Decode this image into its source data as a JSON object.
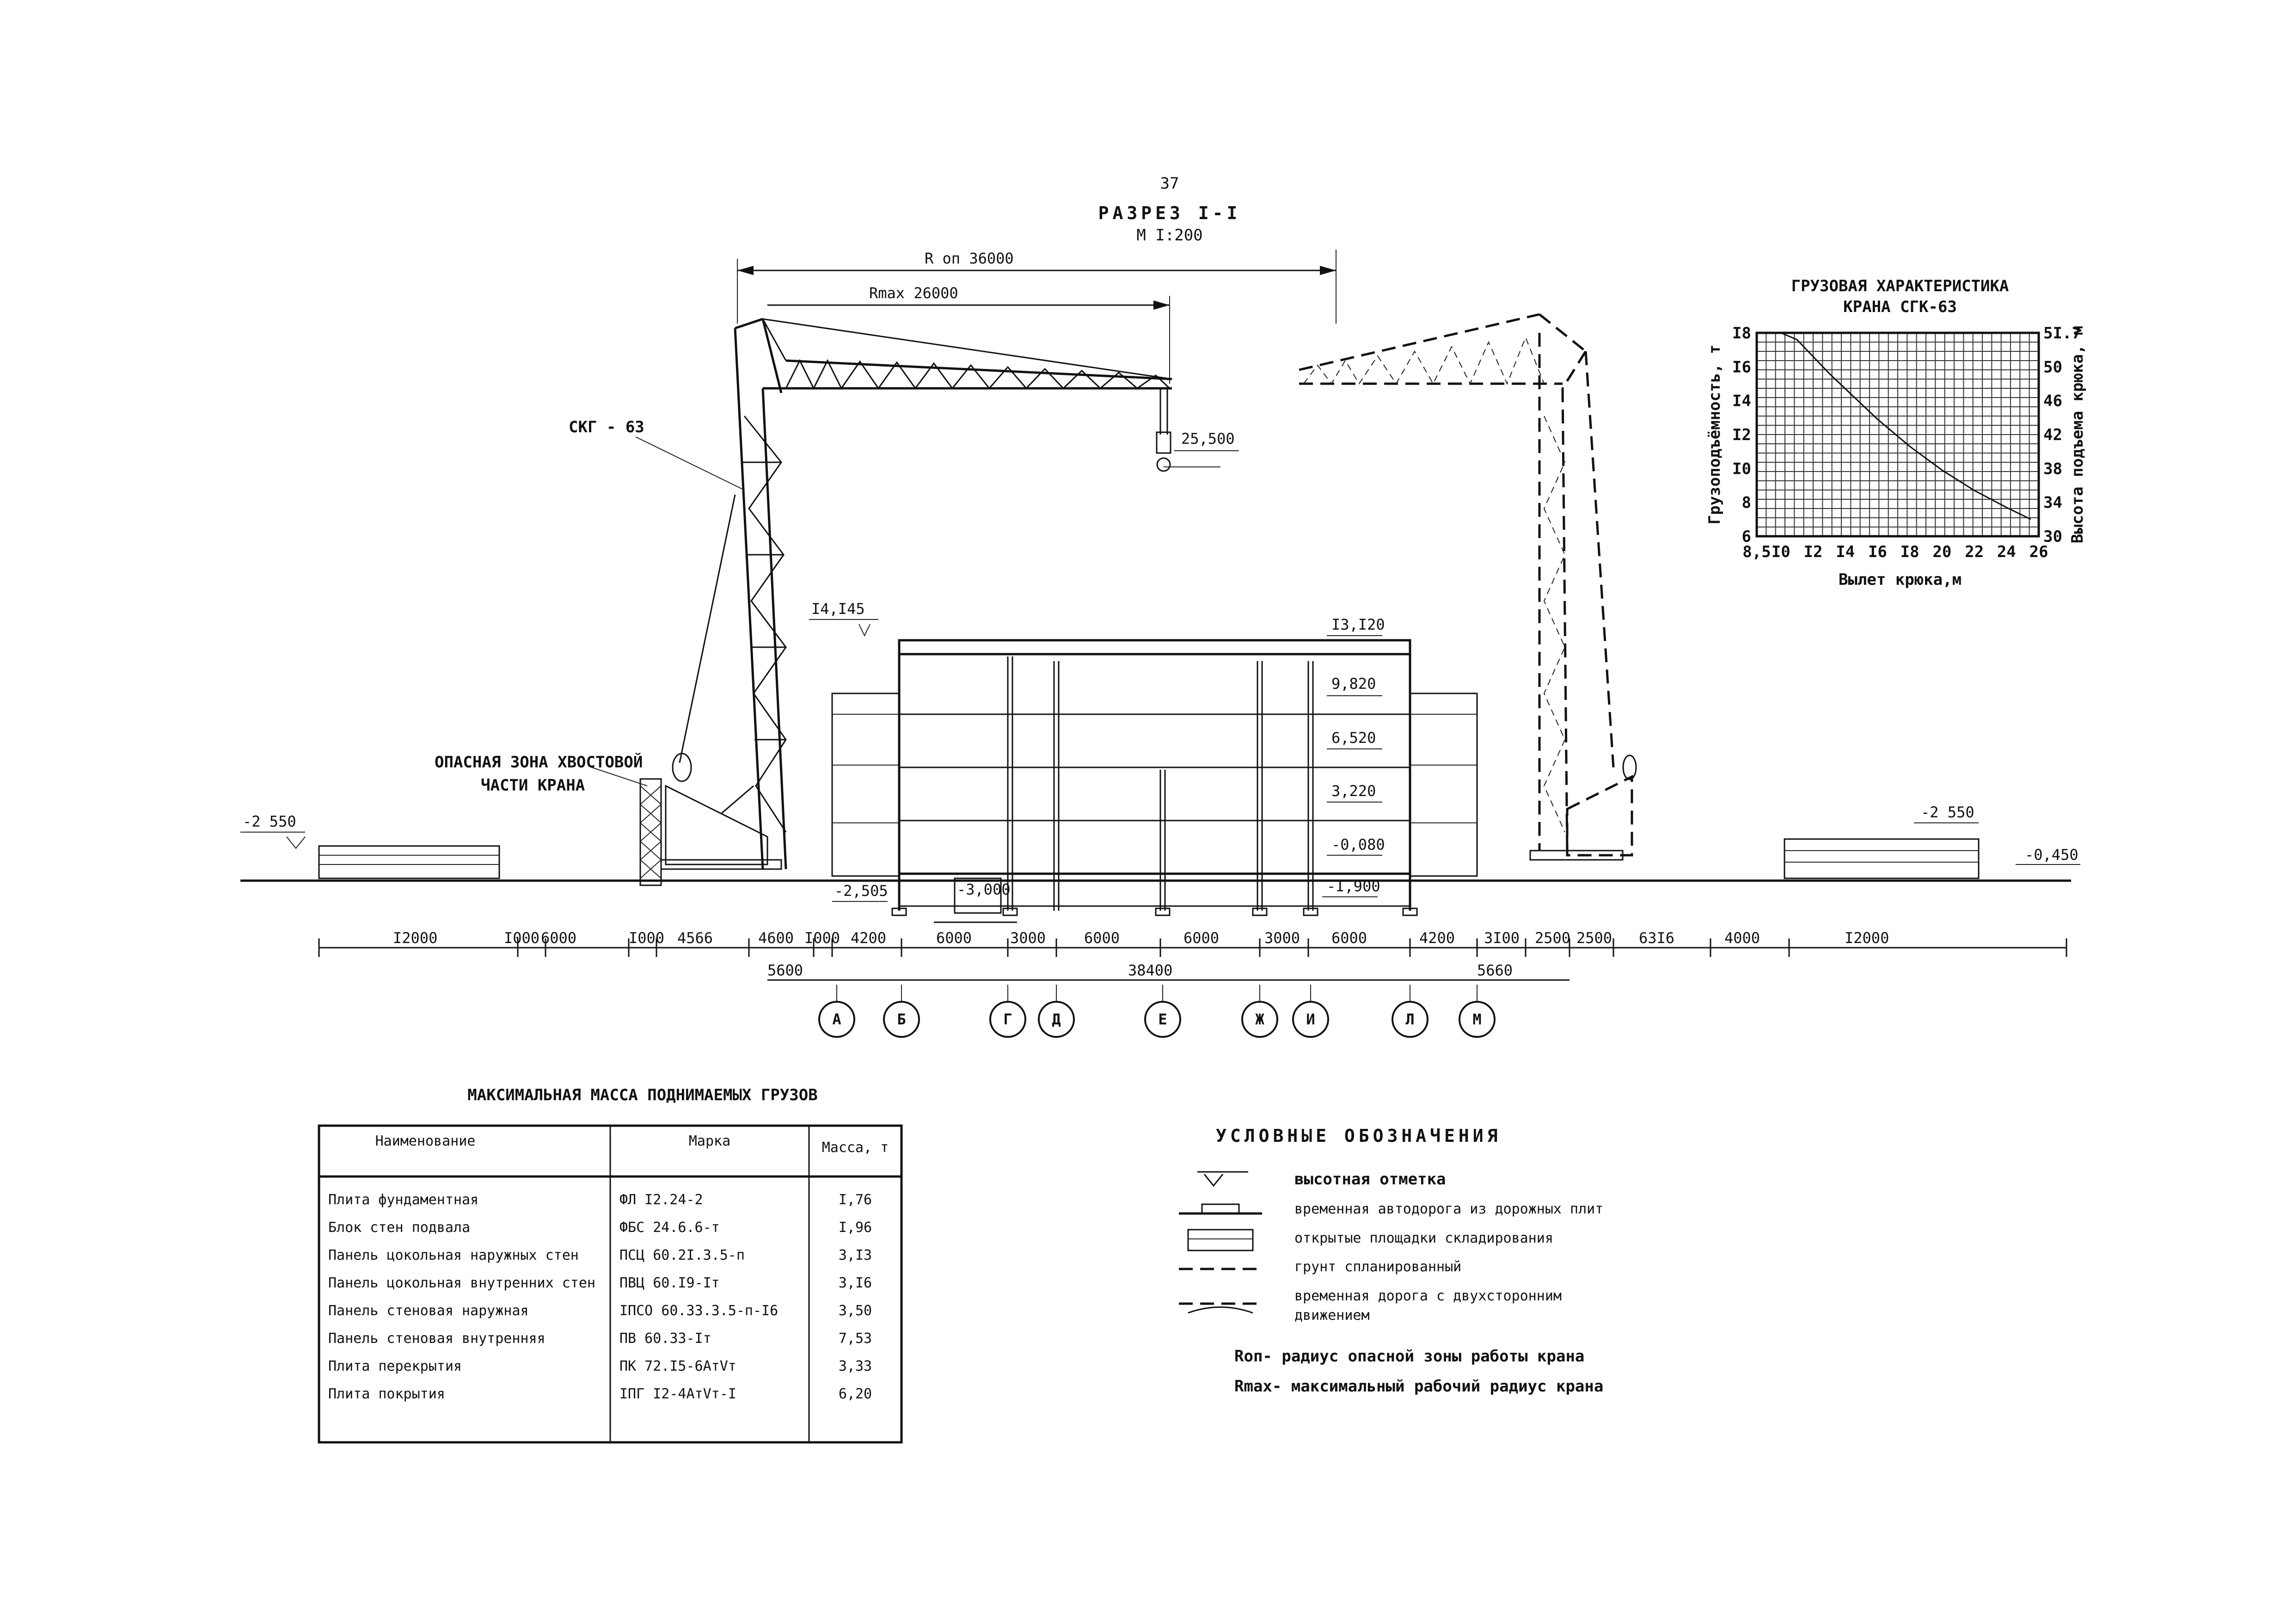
{
  "page_number": "37",
  "section": {
    "title": "РАЗРЕЗ I-I",
    "scale": "М I:200"
  },
  "crane": {
    "label": "СКГ - 63",
    "r_danger": "R оп 36000",
    "r_max": "Rmax 26000",
    "hook_elevation": "25,500",
    "tail_zone_line1": "ОПАСНАЯ ЗОНА ХВОСТОВОЙ",
    "tail_zone_line2": "ЧАСТИ КРАНА"
  },
  "elevations": {
    "left_ground": "-2 550",
    "right_ground": "-2 550",
    "right_far": "-0,450",
    "roof_left": "I4,I45",
    "roof_right": "I3,I20",
    "floor4": "9,820",
    "floor3": "6,520",
    "floor2": "3,220",
    "floor1": "-0,080",
    "basement": "-I,900",
    "pit_left": "-2,505",
    "pit_deep": "-3,000"
  },
  "dimensions_top": [
    "I2000",
    "I000",
    "6000",
    "I000",
    "4566",
    "4600",
    "I000",
    "4200",
    "6000",
    "3000",
    "6000",
    "6000",
    "3000",
    "6000",
    "4200",
    "3I00",
    "2500",
    "2500",
    "63I6",
    "4000",
    "I2000"
  ],
  "dimensions_bottom": [
    "5600",
    "38400",
    "5660"
  ],
  "axes": [
    "А",
    "Б",
    "Г",
    "Д",
    "Е",
    "Ж",
    "И",
    "Л",
    "М"
  ],
  "load_chart": {
    "title_line1": "ГРУЗОВАЯ ХАРАКТЕРИСТИКА",
    "title_line2": "КРАНА СГК-63",
    "ylabel_left": "Грузоподъёмность, т",
    "ylabel_right": "Высота подъема крюка, м",
    "xlabel": "Вылет крюка,м",
    "x_ticks": [
      "8,5",
      "I0",
      "I2",
      "I4",
      "I6",
      "I8",
      "20",
      "22",
      "24",
      "26"
    ],
    "y_left_ticks": [
      "6",
      "8",
      "I0",
      "I2",
      "I4",
      "I6",
      "I8"
    ],
    "y_right_ticks": [
      "30",
      "34",
      "38",
      "42",
      "46",
      "50",
      "5I.7"
    ]
  },
  "chart_data": {
    "type": "line",
    "title": "ГРУЗОВАЯ ХАРАКТЕРИСТИКА КРАНА СГК-63",
    "xlabel": "Вылет крюка,м",
    "ylabel": "Грузоподъёмность, т",
    "xlim": [
      8.5,
      26
    ],
    "ylim": [
      6,
      18
    ],
    "x_ticks": [
      8.5,
      10,
      12,
      14,
      16,
      18,
      20,
      22,
      24,
      26
    ],
    "y_ticks": [
      6,
      8,
      10,
      12,
      14,
      16,
      18
    ],
    "y2label": "Высота подъема крюка, м",
    "y2lim": [
      30,
      51.7
    ],
    "grid": true,
    "series": [
      {
        "x": [
          8.5,
          10,
          11,
          12,
          13,
          14,
          16,
          18,
          20,
          22,
          24,
          25.5
        ],
        "y": [
          18,
          18,
          17.6,
          16.6,
          15.6,
          14.7,
          12.9,
          11.3,
          9.9,
          8.7,
          7.7,
          7.0
        ]
      }
    ]
  },
  "mass_table": {
    "title": "МАКСИМАЛЬНАЯ МАССА ПОДНИМАЕМЫХ ГРУЗОВ",
    "headers": [
      "Наименование",
      "Марка",
      "Масса, т"
    ],
    "rows": [
      [
        "Плита фундаментная",
        "ФЛ I2.24-2",
        "I,76"
      ],
      [
        "Блок стен подвала",
        "ФБС 24.6.6-т",
        "I,96"
      ],
      [
        "Панель цокольная наружных стен",
        "ПСЦ 60.2I.3.5-п",
        "3,I3"
      ],
      [
        "Панель цокольная внутренних стен",
        "ПВЦ 60.I9-Iт",
        "3,I6"
      ],
      [
        "Панель стеновая наружная",
        "IПСО 60.33.3.5-п-I6",
        "3,50"
      ],
      [
        "Панель стеновая внутренняя",
        "ПВ 60.33-Iт",
        "7,53"
      ],
      [
        "Плита перекрытия",
        "ПК 72.I5-6АтVт",
        "3,33"
      ],
      [
        "Плита покрытия",
        "IПГ I2-4АтVт-I",
        "6,20"
      ]
    ]
  },
  "legend": {
    "title": "УСЛОВНЫЕ ОБОЗНАЧЕНИЯ",
    "items": [
      "высотная отметка",
      "временная автодорога из дорожных плит",
      "открытые площадки складирования",
      "грунт спланированный",
      "временная дорога с двухсторонним",
      "движением"
    ],
    "note1": "Rоп- радиус опасной зоны работы крана",
    "note2": "Rmax- максимальный рабочий радиус крана"
  }
}
